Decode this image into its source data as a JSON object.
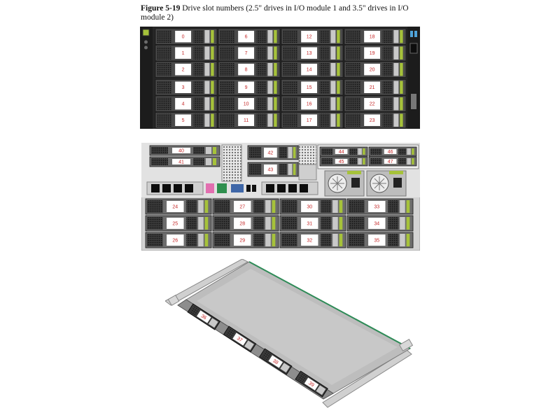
{
  "figure": {
    "label": "Figure 5-19",
    "title": "Drive slot numbers (2.5\" drives in I/O module 1 and 3.5\" drives in I/O module 2)"
  },
  "front_panel": {
    "columns": [
      [
        "0",
        "1",
        "2",
        "3",
        "4",
        "5"
      ],
      [
        "6",
        "7",
        "8",
        "9",
        "10",
        "11"
      ],
      [
        "12",
        "13",
        "14",
        "15",
        "16",
        "17"
      ],
      [
        "18",
        "19",
        "20",
        "21",
        "22",
        "23"
      ]
    ]
  },
  "rear_panel": {
    "io_module_1_slots": [
      "40",
      "41"
    ],
    "io_module_2_slots": [
      "42",
      "43"
    ],
    "upper_right_slots": [
      "44",
      "45",
      "46",
      "47"
    ],
    "lower_columns": [
      [
        "24",
        "25",
        "26"
      ],
      [
        "27",
        "28",
        "29"
      ],
      [
        "30",
        "31",
        "32"
      ],
      [
        "33",
        "34",
        "35"
      ]
    ]
  },
  "internal_module": {
    "slots": [
      "36",
      "37",
      "38",
      "39"
    ]
  },
  "colors": {
    "chassis": "#2b2b2b",
    "tray": "#4a4a4a",
    "latch": "#c9c9c9",
    "latch_green": "#a6c23a",
    "number": "#c62828",
    "panel_light": "#d7d7d7",
    "module_top": "#b9b9b9",
    "green_edge": "#2e8b57"
  }
}
